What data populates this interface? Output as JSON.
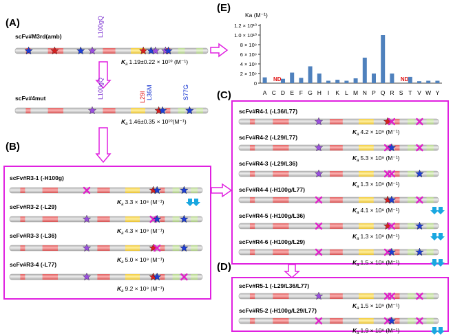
{
  "panel_labels": {
    "a": "(A)",
    "b": "(B)",
    "c": "(C)",
    "d": "(D)",
    "e": "(E)"
  },
  "colors": {
    "bar_gray": "#c9c9c9",
    "segment_red": "#f08080",
    "segment_yellow": "#ffe066",
    "segment_green": "#cfe8b0",
    "star_blue": "#1f3fd6",
    "star_purple": "#9b4fe0",
    "star_red": "#d62020",
    "x_magenta": "#e020c8",
    "frame_magenta": "#e020e0",
    "arrow_cyan": "#19a7e0",
    "chart_bar": "#4f81bd",
    "mutation_purple": "#7a2fd0",
    "mutation_red": "#e01010",
    "mutation_blue": "#1030d0",
    "nd_red": "#e01010"
  },
  "panel_a": {
    "constructs": [
      {
        "name": "scFv#M3rd(amb)",
        "kd_label": "Ka",
        "kd_value": "1.19±0.22 × 10¹⁰ (M⁻¹)"
      },
      {
        "name": "scFv#4mut",
        "kd_label": "Ka",
        "kd_value": "1.46±0.35 × 10¹⁰(M⁻¹)"
      }
    ],
    "mutations": {
      "h100": "L100gQ",
      "h100_b": "L100gQ",
      "l29": "L29I",
      "l36": "L36M",
      "l77": "S77G"
    }
  },
  "panel_b": {
    "constructs": [
      {
        "name": "scFv#R3-1 (-H100g)",
        "kd_label": "Ka",
        "kd_value": "3.3 × 10⁸ (M⁻¹)",
        "down": "2"
      },
      {
        "name": "scFv#R3-2 (-L29)",
        "kd_label": "Ka",
        "kd_value": "4.3 × 10⁹ (M⁻¹)",
        "down": "0"
      },
      {
        "name": "scFv#R3-3 (-L36)",
        "kd_label": "Ka",
        "kd_value": "5.0 × 10⁹ (M⁻¹)",
        "down": "0"
      },
      {
        "name": "scFv#R3-4 (-L77)",
        "kd_label": "Ka",
        "kd_value": "9.2 × 10⁹ (M⁻¹)",
        "down": "0"
      }
    ]
  },
  "panel_c": {
    "constructs": [
      {
        "name": "scFv#R4-1 (-L36/L77)",
        "kd_label": "Ka",
        "kd_value": "4.2 × 10⁹ (M⁻¹)",
        "down": "0"
      },
      {
        "name": "scFv#R4-2 (-L29/L77)",
        "kd_label": "Ka",
        "kd_value": "5.3 × 10⁹ (M⁻¹)",
        "down": "0"
      },
      {
        "name": "scFv#R4-3 (-L29/L36)",
        "kd_label": "Ka",
        "kd_value": "1.3 × 10⁹ (M⁻¹)",
        "down": "0"
      },
      {
        "name": "scFv#R4-4 (-H100g/L77)",
        "kd_label": "Ka",
        "kd_value": "4.1 × 10⁸ (M⁻¹)",
        "down": "2"
      },
      {
        "name": "scFv#R4-5 (-H100g/L36)",
        "kd_label": "Ka",
        "kd_value": "1.3 × 10⁸ (M⁻¹)",
        "down": "2"
      },
      {
        "name": "scFv#R4-6 (-H100g/L29)",
        "kd_label": "Ka",
        "kd_value": "1.5 × 10⁸ (M⁻¹)",
        "down": "2"
      }
    ]
  },
  "panel_d": {
    "constructs": [
      {
        "name": "scFv#R5-1 (-L29/L36/L77)",
        "kd_label": "Ka",
        "kd_value": "1.5 × 10⁹ (M⁻¹)",
        "down": "0"
      },
      {
        "name": "scFv#R5-2 (-H100g/L29/L77)",
        "kd_label": "Ka",
        "kd_value": "1.9 × 10⁸ (M⁻¹)",
        "down": "2"
      }
    ]
  },
  "chart_data": {
    "type": "bar",
    "ylabel": "Ka (M⁻¹)",
    "ylim": [
      0,
      12000000000
    ],
    "ytick_labels": [
      "0",
      "2 × 10⁹",
      "4 × 10⁹",
      "6 × 10⁹",
      "8 × 10⁹",
      "1.0 × 10¹⁰",
      "1.2 × 10¹⁰"
    ],
    "categories": [
      "A",
      "C",
      "D",
      "E",
      "F",
      "G",
      "H",
      "I",
      "K",
      "L",
      "M",
      "N",
      "P",
      "Q",
      "R",
      "S",
      "T",
      "V",
      "W",
      "Y"
    ],
    "values": [
      1200000000,
      null,
      900000000,
      2200000000,
      1100000000,
      3500000000,
      2000000000,
      500000000,
      700000000,
      500000000,
      1000000000,
      5300000000,
      2000000000,
      10000000000,
      2000000000,
      null,
      1300000000,
      400000000,
      500000000,
      500000000
    ],
    "nd_label": "ND",
    "nd_categories": [
      "C",
      "S"
    ]
  }
}
